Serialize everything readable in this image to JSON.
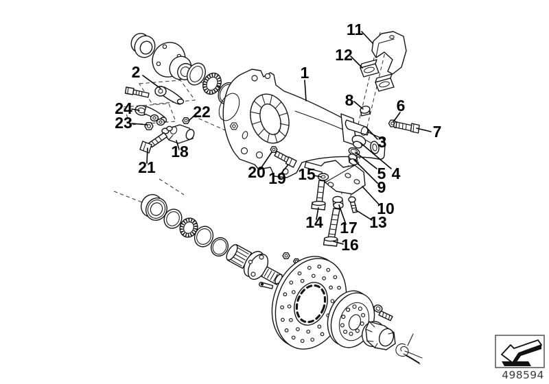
{
  "diagram": {
    "background": "#ffffff",
    "line_color": "#141414",
    "callout_color": "#000000",
    "callouts": [
      "1",
      "2",
      "3",
      "4",
      "5",
      "6",
      "7",
      "8",
      "9",
      "10",
      "11",
      "12",
      "13",
      "14",
      "15",
      "16",
      "17",
      "18",
      "19",
      "20",
      "21",
      "22",
      "23",
      "24"
    ],
    "footer": {
      "part_number": "498594",
      "icon": "direction-arrow-icon"
    }
  }
}
